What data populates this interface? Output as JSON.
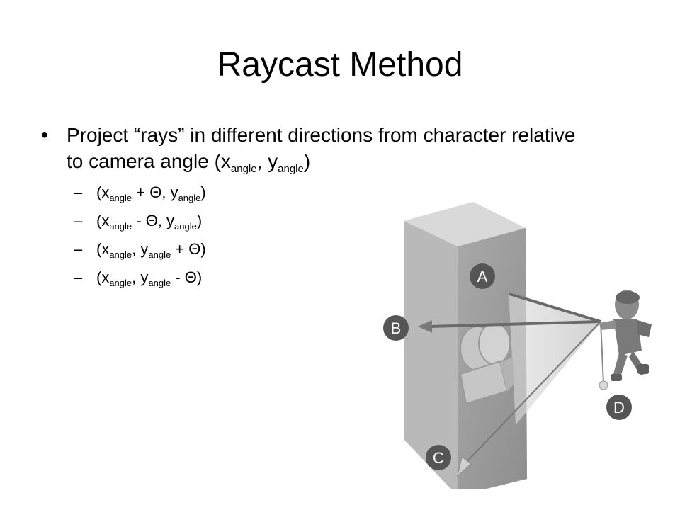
{
  "title": "Raycast Method",
  "bullet": {
    "marker": "•",
    "text_main": "Project “rays” in different directions from character relative to camera angle (x",
    "sub_angle": "angle",
    "comma": ", y",
    "close": ")"
  },
  "sub_items": [
    {
      "dash": "–",
      "p1": "(x",
      "s1": "angle",
      "p2": " + Θ, y",
      "s2": "angle",
      "p3": ")"
    },
    {
      "dash": "–",
      "p1": "(x",
      "s1": "angle",
      "p2": " - Θ, y",
      "s2": "angle",
      "p3": ")"
    },
    {
      "dash": "–",
      "p1": "(x",
      "s1": "angle",
      "p2": ", y",
      "s2": "angle",
      "p3": " + Θ)"
    },
    {
      "dash": "–",
      "p1": "(x",
      "s1": "angle",
      "p2": ", y",
      "s2": "angle",
      "p3": " - Θ)"
    }
  ],
  "figure": {
    "labels": {
      "a": "A",
      "b": "B",
      "c": "C",
      "d": "D"
    }
  }
}
